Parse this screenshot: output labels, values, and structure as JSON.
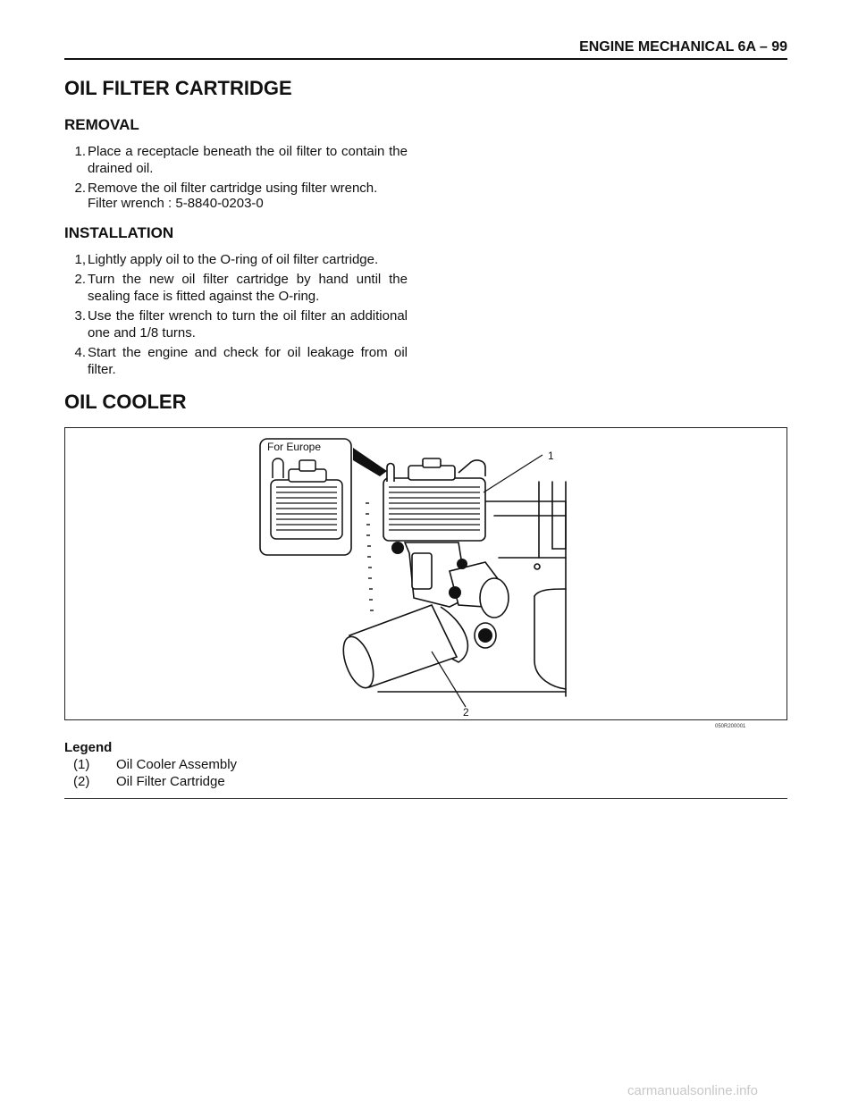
{
  "header": {
    "title": "ENGINE MECHANICAL  6A – 99"
  },
  "section1": {
    "title": "OIL FILTER CARTRIDGE",
    "removal": {
      "heading": "REMOVAL",
      "steps": [
        {
          "num": "1.",
          "text": "Place a receptacle beneath the oil filter to contain the drained oil."
        },
        {
          "num": "2.",
          "text": "Remove the oil filter cartridge using filter wrench."
        }
      ],
      "tool_note": "Filter wrench : 5-8840-0203-0"
    },
    "installation": {
      "heading": "INSTALLATION",
      "steps": [
        {
          "num": "1,",
          "text": "Lightly apply oil to the O-ring of oil filter cartridge."
        },
        {
          "num": "2.",
          "text": "Turn the new oil filter cartridge by hand until the sealing face is fitted against the O-ring."
        },
        {
          "num": "3.",
          "text": "Use the filter wrench to turn the oil filter an additional one and 1/8 turns."
        },
        {
          "num": "4.",
          "text": "Start the engine and check for oil leakage from oil filter."
        }
      ]
    }
  },
  "section2": {
    "title": "OIL COOLER",
    "figure": {
      "inset_label": "For Europe",
      "callout_1": "1",
      "callout_2": "2",
      "code": "050R200001"
    },
    "legend": {
      "title": "Legend",
      "items": [
        {
          "num": "(1)",
          "text": "Oil Cooler Assembly"
        },
        {
          "num": "(2)",
          "text": "Oil Filter Cartridge"
        }
      ]
    }
  },
  "watermark": "carmanualsonline.info"
}
